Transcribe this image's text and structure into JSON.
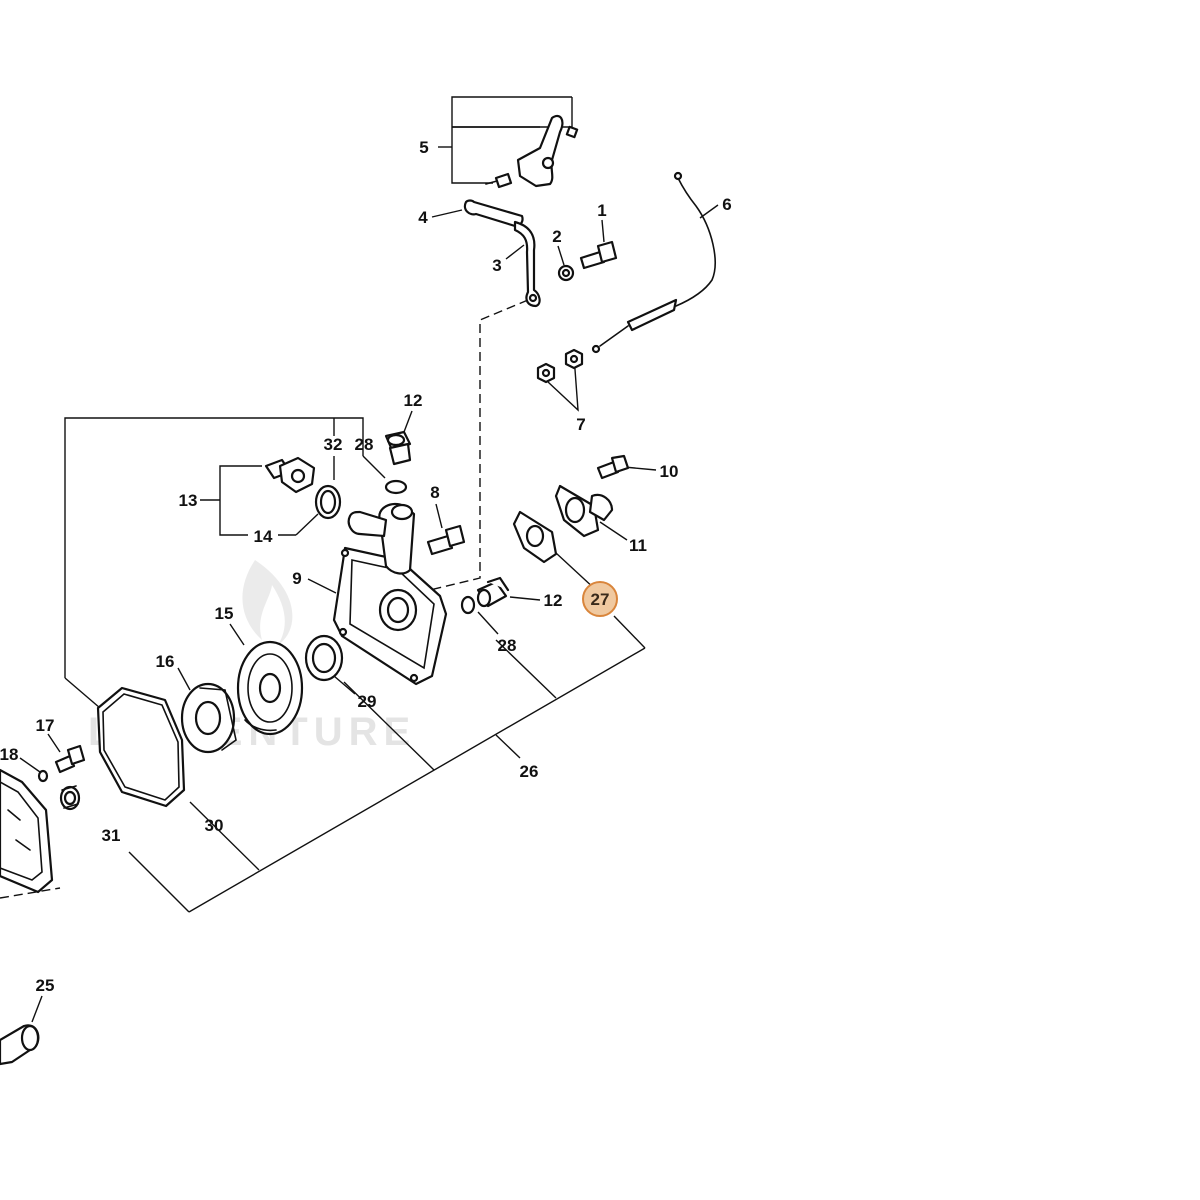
{
  "watermark": {
    "text": "LEAVENTURE"
  },
  "highlight": {
    "fill": "#f0c9a0",
    "stroke": "#d9853b",
    "label": "27"
  },
  "callouts": [
    {
      "id": "1",
      "label": "1"
    },
    {
      "id": "2",
      "label": "2"
    },
    {
      "id": "3",
      "label": "3"
    },
    {
      "id": "4",
      "label": "4"
    },
    {
      "id": "5",
      "label": "5"
    },
    {
      "id": "6",
      "label": "6"
    },
    {
      "id": "7",
      "label": "7"
    },
    {
      "id": "8",
      "label": "8"
    },
    {
      "id": "9",
      "label": "9"
    },
    {
      "id": "10",
      "label": "10"
    },
    {
      "id": "11",
      "label": "11"
    },
    {
      "id": "12a",
      "label": "12"
    },
    {
      "id": "12b",
      "label": "12"
    },
    {
      "id": "13",
      "label": "13"
    },
    {
      "id": "14",
      "label": "14"
    },
    {
      "id": "15",
      "label": "15"
    },
    {
      "id": "16",
      "label": "16"
    },
    {
      "id": "17",
      "label": "17"
    },
    {
      "id": "18",
      "label": "18"
    },
    {
      "id": "25",
      "label": "25"
    },
    {
      "id": "26",
      "label": "26"
    },
    {
      "id": "28a",
      "label": "28"
    },
    {
      "id": "28b",
      "label": "28"
    },
    {
      "id": "29",
      "label": "29"
    },
    {
      "id": "30",
      "label": "30"
    },
    {
      "id": "31",
      "label": "31"
    },
    {
      "id": "32",
      "label": "32"
    }
  ]
}
